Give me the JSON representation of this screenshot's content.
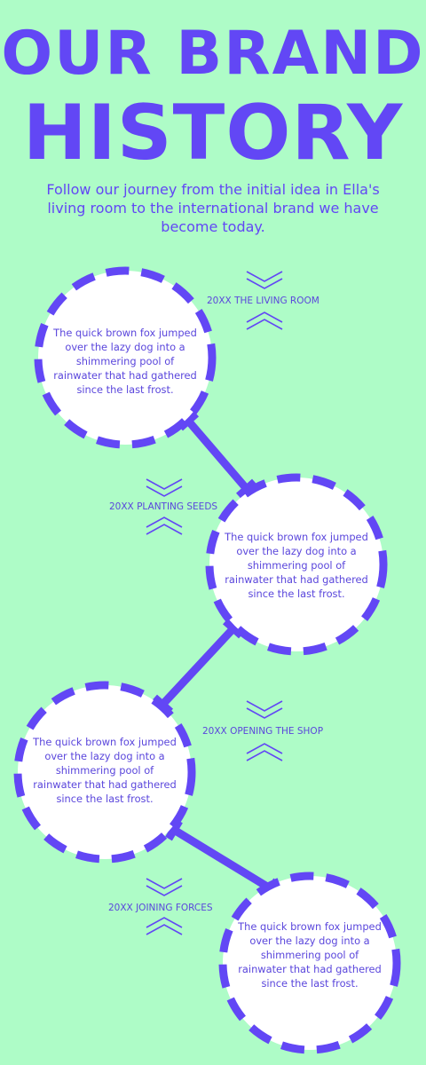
{
  "header": {
    "title_line1": "OUR BRAND",
    "title_line2": "HISTORY",
    "subtitle": "Follow our journey from the initial idea in Ella's living room to the international brand we have become today."
  },
  "milestones": [
    {
      "label": "20XX THE LIVING ROOM",
      "text": "The quick brown fox jumped over the lazy dog into a shimmering pool of rainwater that had gathered since the last frost."
    },
    {
      "label": "20XX PLANTING SEEDS",
      "text": "The quick brown fox jumped over the lazy dog into a shimmering pool of rainwater that had gathered since the last frost."
    },
    {
      "label": "20XX OPENING THE SHOP",
      "text": "The quick brown fox jumped over the lazy dog into a shimmering pool of rainwater that had gathered since the last frost."
    },
    {
      "label": "20XX JOINING FORCES",
      "text": "The quick brown fox jumped over the lazy dog into a shimmering pool of rainwater that had gathered since the last frost."
    }
  ],
  "icons": {
    "milestone_marker": "chevron-pair-icon"
  },
  "colors": {
    "background": "#aefcc7",
    "accent": "#6247f5",
    "circle_fill": "#ffffff"
  }
}
